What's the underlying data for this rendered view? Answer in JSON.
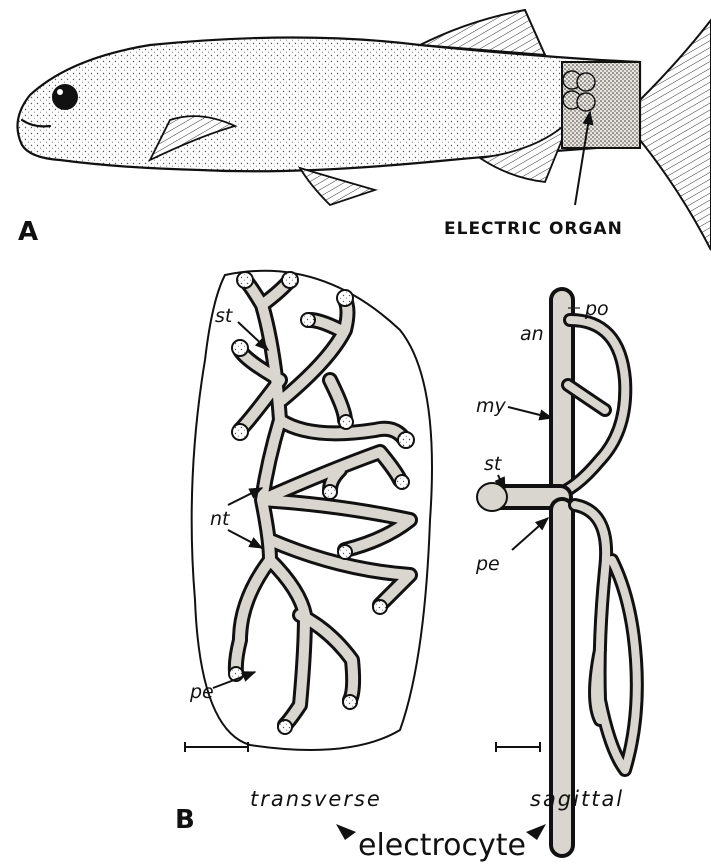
{
  "panel_a": {
    "letter": "A",
    "callout": "ELECTRIC ORGAN"
  },
  "panel_b": {
    "letter": "B",
    "labels": {
      "st_left": "st",
      "nt": "nt",
      "pe_left": "pe",
      "po": "po",
      "an": "an",
      "my": "my",
      "st_right": "st",
      "pe_right": "pe"
    },
    "caption_left": "transverse",
    "caption_right": "sagittal",
    "caption_main": "electrocyte"
  },
  "colors": {
    "ink": "#111111",
    "stipple": "#d9d6cf",
    "paper": "#ffffff"
  }
}
